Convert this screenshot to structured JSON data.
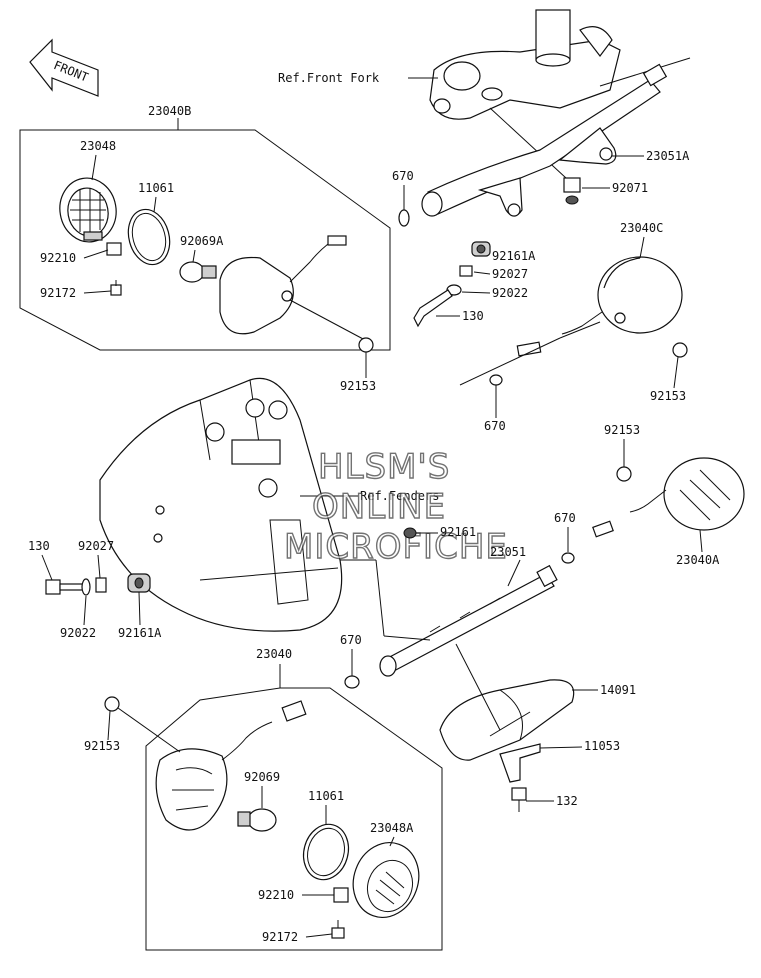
{
  "watermark": {
    "line1": "HLSM'S",
    "line2": "ONLINE",
    "line3": "MICROFICHE"
  },
  "front_arrow": {
    "label": "FRONT"
  },
  "references": {
    "front_fork": "Ref.Front Fork",
    "fenders": "Ref.Fenders"
  },
  "labels": {
    "l_23040B": "23040B",
    "l_23048": "23048",
    "l_11061_top": "11061",
    "l_92069A": "92069A",
    "l_92210_top": "92210",
    "l_92172_top": "92172",
    "l_92153_top": "92153",
    "l_670_top": "670",
    "l_23051A": "23051A",
    "l_92071": "92071",
    "l_92161A_top": "92161A",
    "l_92027_top": "92027",
    "l_92022_top": "92022",
    "l_130_top": "130",
    "l_23040C": "23040C",
    "l_92153_right": "92153",
    "l_670_right": "670",
    "l_92153_mid": "92153",
    "l_670_mid": "670",
    "l_23040A": "23040A",
    "l_92161": "92161",
    "l_23051": "23051",
    "l_130_left": "130",
    "l_92027_left": "92027",
    "l_92022_left": "92022",
    "l_92161A_left": "92161A",
    "l_23040": "23040",
    "l_670_bottom": "670",
    "l_14091": "14091",
    "l_92153_bottom": "92153",
    "l_11053": "11053",
    "l_92069": "92069",
    "l_11061_bottom": "11061",
    "l_23048A": "23048A",
    "l_132": "132",
    "l_92210_bottom": "92210",
    "l_92172_bottom": "92172"
  }
}
